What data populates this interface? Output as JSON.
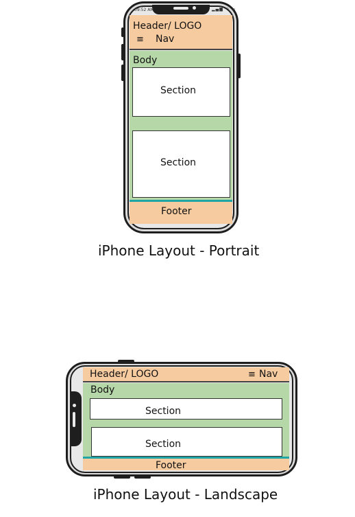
{
  "portrait": {
    "status_time": "09:52 AM",
    "status_icons": "▂▄▆ ◠ ▭",
    "header_label": "Header/ LOGO",
    "nav_icon": "≡",
    "nav_label": "Nav",
    "body_label": "Body",
    "section1_label": "Section",
    "section2_label": "Section",
    "footer_label": "Footer",
    "caption": "iPhone Layout - Portrait"
  },
  "landscape": {
    "header_label": "Header/ LOGO",
    "nav_icon": "≡",
    "nav_label": "Nav",
    "body_label": "Body",
    "section1_label": "Section",
    "section2_label": "Section",
    "footer_label": "Footer",
    "caption": "iPhone Layout - Landscape"
  },
  "colors": {
    "header_footer": "#f7cba0",
    "body": "#b6d7a8",
    "divider": "#1fa5a5",
    "section": "#ffffff"
  }
}
